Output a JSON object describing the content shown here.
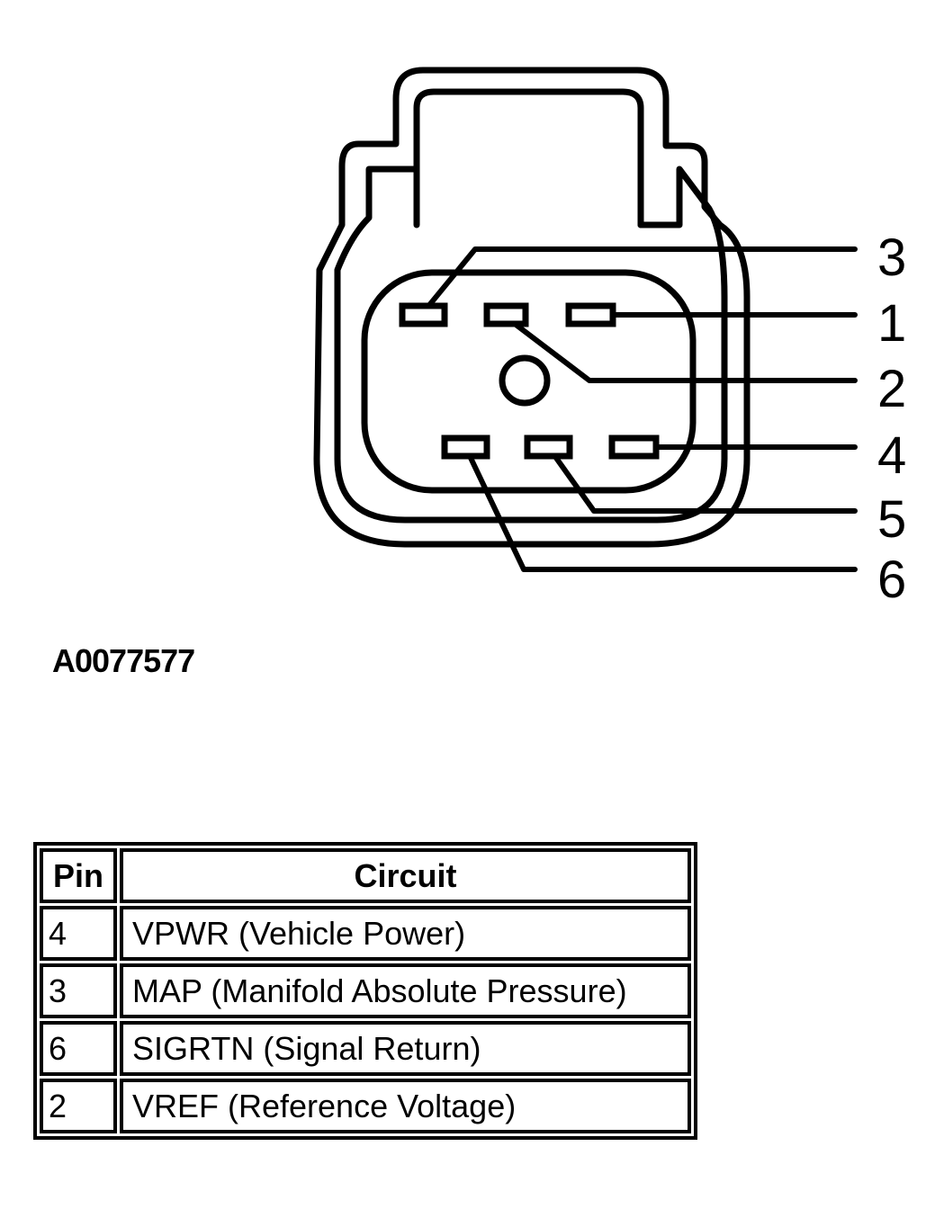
{
  "diagram": {
    "pin_labels": [
      "3",
      "1",
      "2",
      "4",
      "5",
      "6"
    ],
    "figure_id": "A0077577"
  },
  "table": {
    "headers": {
      "pin": "Pin",
      "circuit": "Circuit"
    },
    "rows": [
      {
        "pin": "4",
        "circuit": "VPWR (Vehicle Power)"
      },
      {
        "pin": "3",
        "circuit": "MAP (Manifold Absolute Pressure)"
      },
      {
        "pin": "6",
        "circuit": "SIGRTN (Signal Return)"
      },
      {
        "pin": "2",
        "circuit": "VREF (Reference Voltage)"
      }
    ]
  }
}
